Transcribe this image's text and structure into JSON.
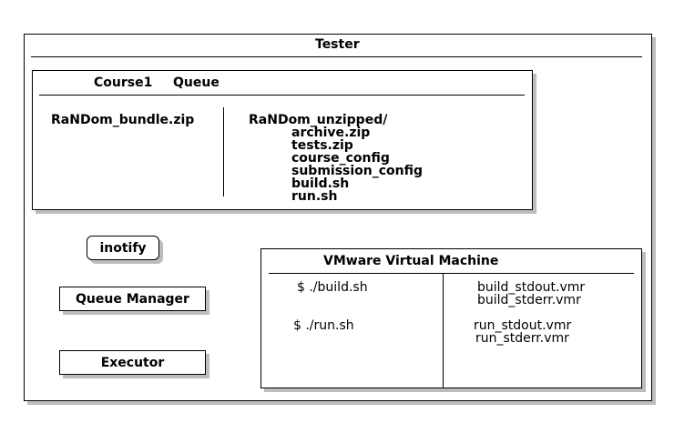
{
  "tester": {
    "title": "Tester"
  },
  "course": {
    "title": "Course1",
    "queue_label": "Queue",
    "bundle": "RaNDom_bundle.zip",
    "unzipped": "RaNDom_unzipped/",
    "files": [
      "archive.zip",
      "tests.zip",
      "course_config",
      "submission_config",
      "build.sh",
      "run.sh"
    ]
  },
  "inotify": {
    "label": "inotify"
  },
  "queue_manager": {
    "label": "Queue Manager"
  },
  "executor": {
    "label": "Executor"
  },
  "vm": {
    "title": "VMware Virtual Machine",
    "build_cmd": "$ ./build.sh",
    "build_outputs": [
      "build_stdout.vmr",
      "build_stderr.vmr"
    ],
    "run_cmd": "$ ./run.sh",
    "run_outputs": [
      "run_stdout.vmr",
      "run_stderr.vmr"
    ]
  }
}
